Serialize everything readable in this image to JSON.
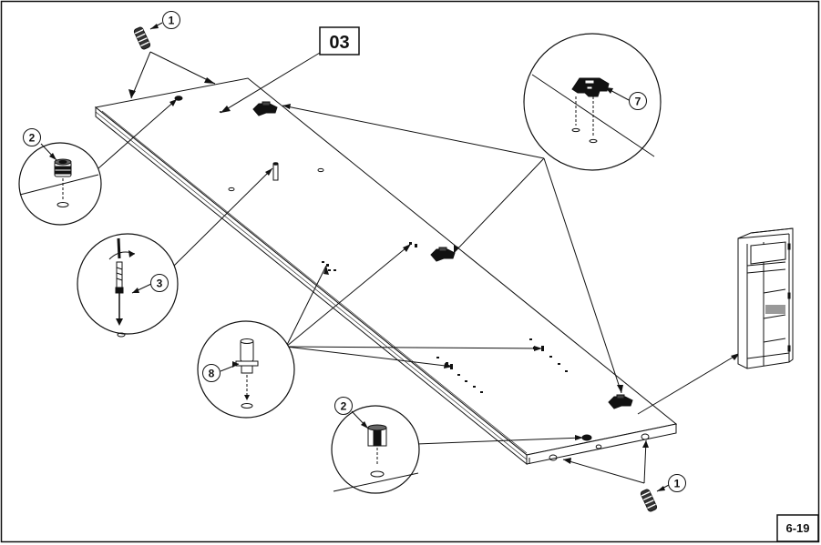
{
  "panel_label": "03",
  "page_ref": "6-19",
  "callouts": {
    "dowel_top": "1",
    "dowel_bottom": "1",
    "cam_lock_left": "2",
    "cam_lock_bottom": "2",
    "cam_bolt": "3",
    "hinge": "7",
    "shelf_pin": "8"
  },
  "colors": {
    "line": "#111111",
    "background": "#ffffff"
  }
}
